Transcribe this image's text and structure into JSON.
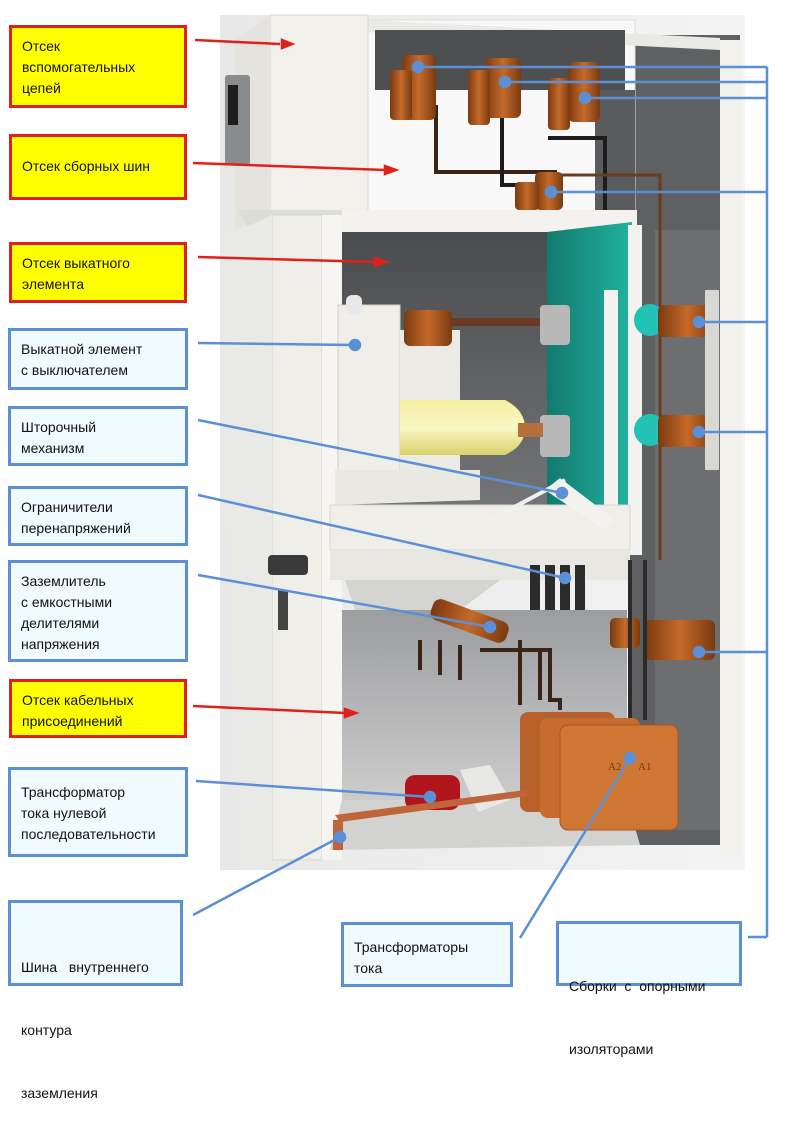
{
  "diagram": {
    "title": "",
    "compartment_labels": [
      {
        "id": "aux",
        "lines": [
          "Отсек",
          "вспомогательных",
          "цепей"
        ]
      },
      {
        "id": "busbar",
        "lines": [
          "Отсек сборных шин"
        ]
      },
      {
        "id": "withdrawable",
        "lines": [
          "Отсек выкатного",
          "элемента"
        ]
      },
      {
        "id": "cable",
        "lines": [
          "Отсек кабельных",
          "присоединений"
        ]
      }
    ],
    "component_labels": [
      {
        "id": "breaker",
        "lines": [
          "Выкатной элемент",
          "с выключателем"
        ]
      },
      {
        "id": "shutter",
        "lines": [
          "Шторочный",
          "механизм"
        ]
      },
      {
        "id": "arrester",
        "lines": [
          "Ограничители",
          "перенапряжений"
        ]
      },
      {
        "id": "earthing",
        "lines": [
          "Заземлитель",
          "с емкостными",
          "делителями",
          "напряжения"
        ]
      },
      {
        "id": "zero-ct",
        "lines": [
          "Трансформатор",
          "тока нулевой",
          "последовательности"
        ]
      },
      {
        "id": "ground-bus",
        "lines": [
          "Шина   внутреннего",
          "контура",
          "заземления"
        ]
      },
      {
        "id": "ct",
        "lines": [
          "Трансформаторы",
          "тока"
        ]
      },
      {
        "id": "insulators",
        "lines": [
          "Сборки  с  опорными",
          "изоляторами"
        ]
      }
    ],
    "ct_markings": [
      "A2",
      "A1"
    ],
    "colors": {
      "compartment_fill": "#ffff00",
      "compartment_border": "#e0201c",
      "component_fill": "#f0fbff",
      "component_border": "#5b8fd6",
      "leader_red": "#e0201c",
      "leader_blue": "#5b8fd6",
      "insulator": "#a8521c",
      "panel_teal": "#1b9c8c",
      "cabinet": "#f2f1ec"
    }
  }
}
